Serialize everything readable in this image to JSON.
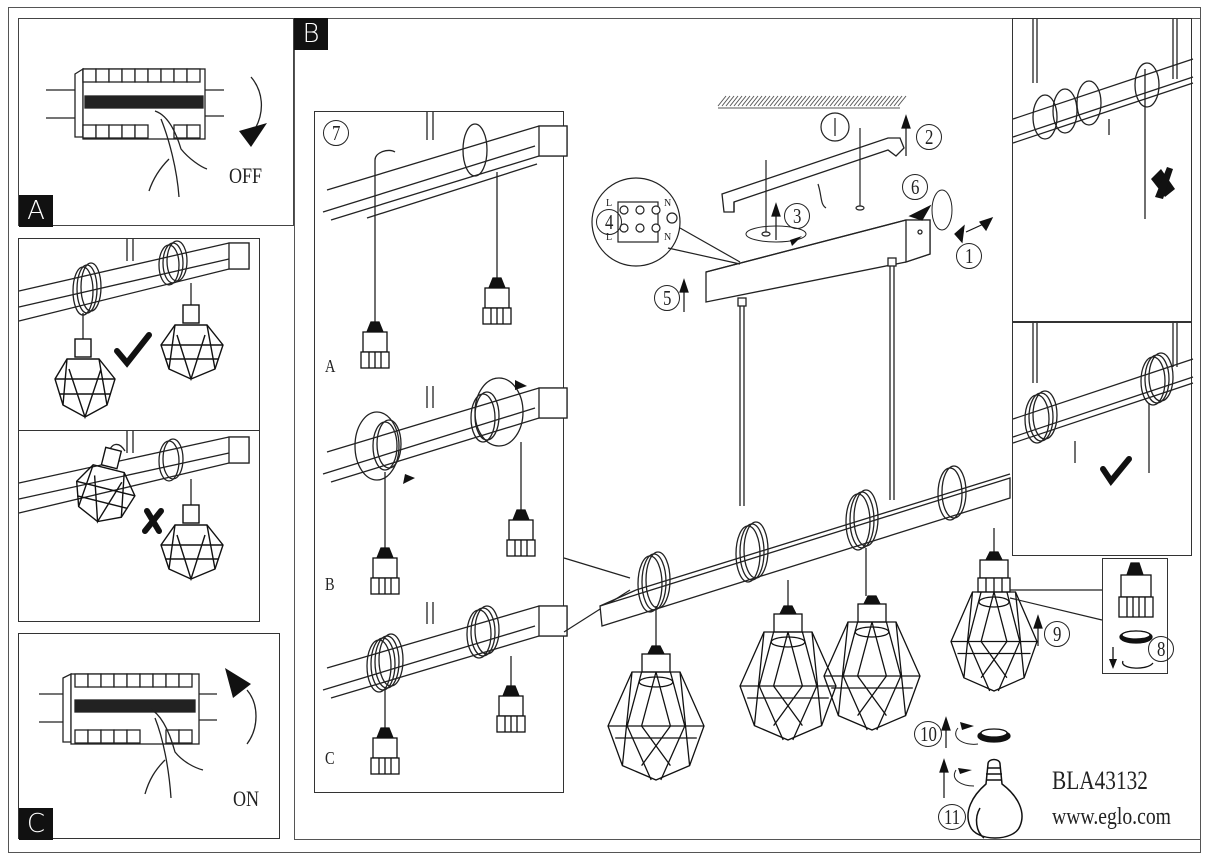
{
  "document": {
    "model_code": "BLA43132",
    "website": "www.eglo.com"
  },
  "sections": {
    "A": {
      "badge": "A",
      "switch_label": "OFF"
    },
    "B": {
      "badge": "B"
    },
    "C": {
      "badge": "C",
      "switch_label": "ON"
    }
  },
  "wrap_options": {
    "step": "7",
    "variants": [
      "A",
      "B",
      "C"
    ]
  },
  "steps": [
    "1",
    "2",
    "3",
    "4",
    "5",
    "6",
    "7",
    "8",
    "9",
    "10",
    "11"
  ],
  "terminal_block": {
    "step": "4",
    "labels_left": [
      "L",
      "L"
    ],
    "labels_right": [
      "N",
      "N"
    ],
    "ground_symbol": "earth-ground"
  },
  "examples": {
    "correct_mark": "check",
    "wrong_mark": "cross"
  },
  "colors": {
    "ink": "#1a1a1a",
    "frame": "#555555",
    "badge_bg": "#111111",
    "badge_fg": "#ffffff",
    "paper": "#ffffff"
  }
}
